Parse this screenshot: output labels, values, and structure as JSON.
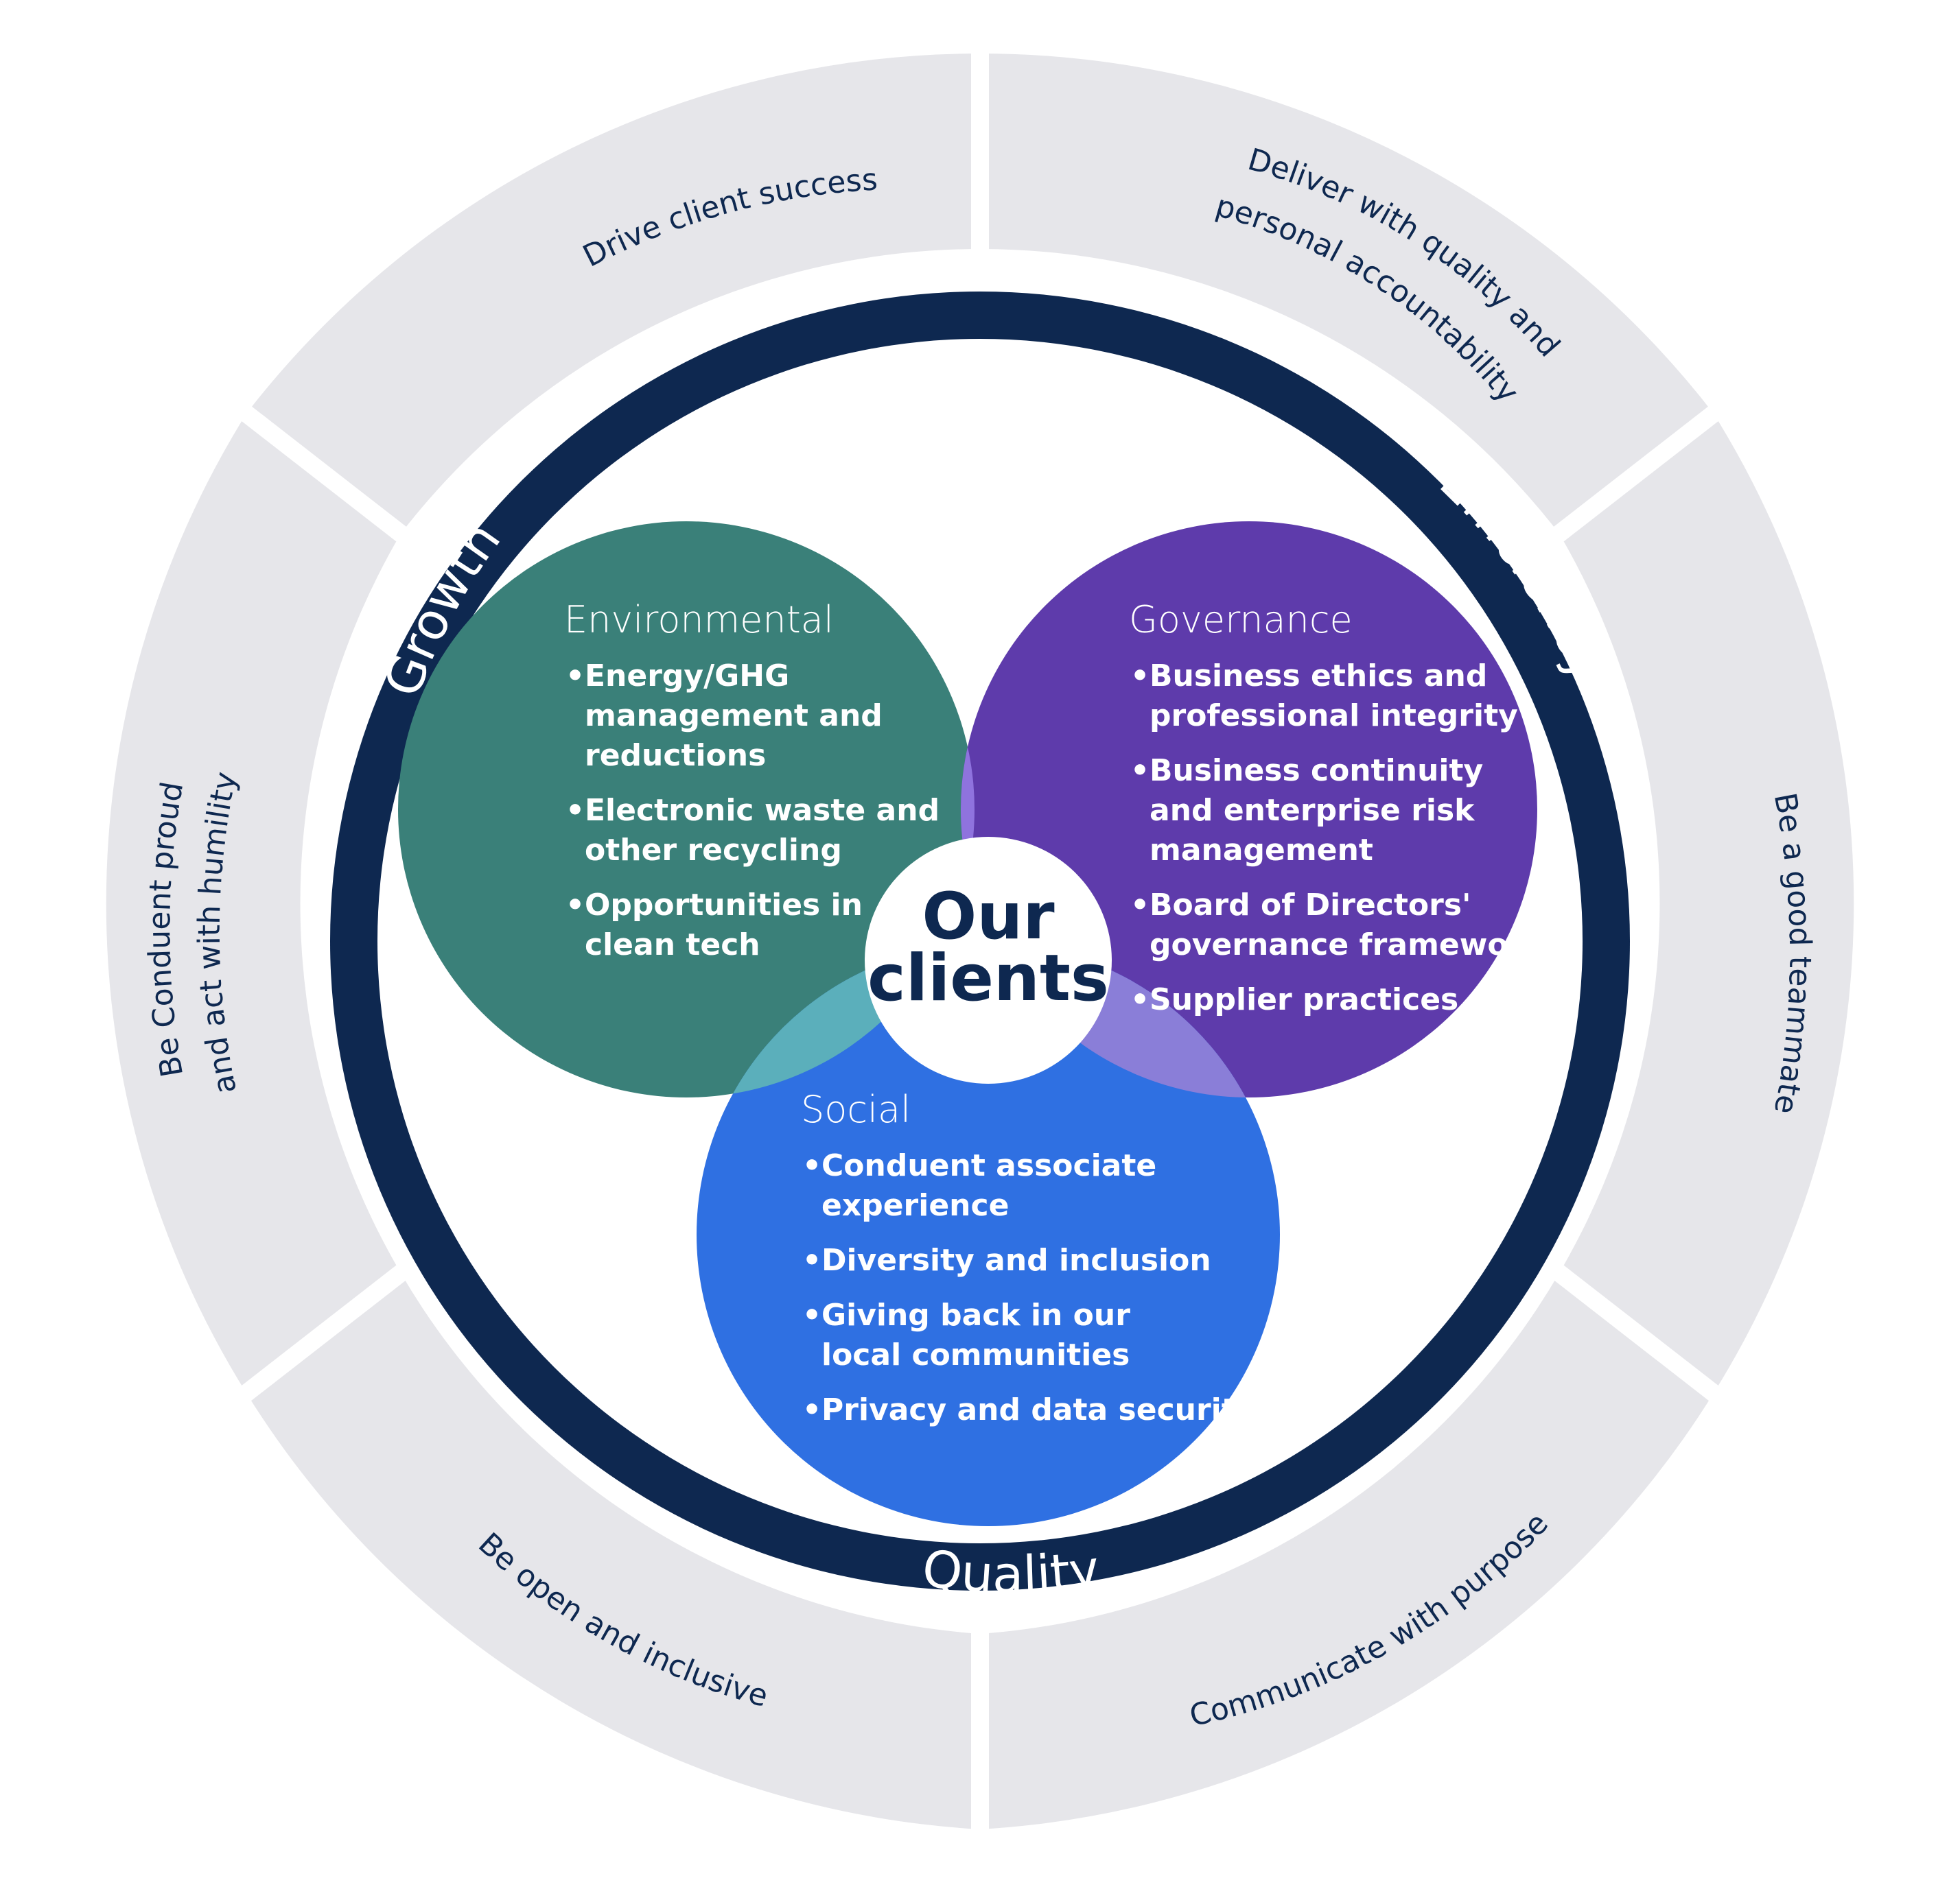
{
  "colors": {
    "segment_fill": "#e6e6ea",
    "ring": "#0e2850",
    "environmental": "#3a8079",
    "governance": "#5e3bab",
    "social": "#2f70e2",
    "overlap_env_gov": "#8f73de",
    "overlap_env_soc": "#5bafbb",
    "overlap_gov_soc": "#8a7ed8",
    "text_dark": "#0e2850"
  },
  "outer_segments": [
    {
      "id": "drive-client-success",
      "lines": [
        "Drive client success"
      ]
    },
    {
      "id": "deliver-with-quality",
      "lines": [
        "Deliver with quality and",
        "personal accountability"
      ]
    },
    {
      "id": "be-a-good-teammate",
      "lines": [
        "Be a good teammate"
      ]
    },
    {
      "id": "communicate-with-purpose",
      "lines": [
        "Communicate with purpose"
      ]
    },
    {
      "id": "be-open-and-inclusive",
      "lines": [
        "Be open and inclusive"
      ]
    },
    {
      "id": "be-conduent-proud",
      "lines": [
        "Be Conduent proud",
        "and act with humility"
      ]
    }
  ],
  "ring_labels": {
    "growth": "Growth",
    "efficiency": "Efficiency",
    "quality": "Quality"
  },
  "circles": {
    "environmental": {
      "title": "Environmental",
      "bullets": [
        [
          "Energy/GHG",
          "management and",
          "reductions"
        ],
        [
          "Electronic waste and",
          "other recycling"
        ],
        [
          "Opportunities in",
          "clean tech"
        ]
      ]
    },
    "governance": {
      "title": "Governance",
      "bullets": [
        [
          "Business ethics and",
          "professional integrity"
        ],
        [
          "Business continuity",
          "and enterprise risk",
          "management"
        ],
        [
          "Board of Directors'",
          "governance framework"
        ],
        [
          "Supplier practices"
        ]
      ]
    },
    "social": {
      "title": "Social",
      "bullets": [
        [
          "Conduent associate",
          "experience"
        ],
        [
          "Diversity and inclusion"
        ],
        [
          "Giving back in our",
          "local communities"
        ],
        [
          "Privacy and data security"
        ]
      ]
    }
  },
  "center": {
    "lines": [
      "Our",
      "clients"
    ]
  }
}
